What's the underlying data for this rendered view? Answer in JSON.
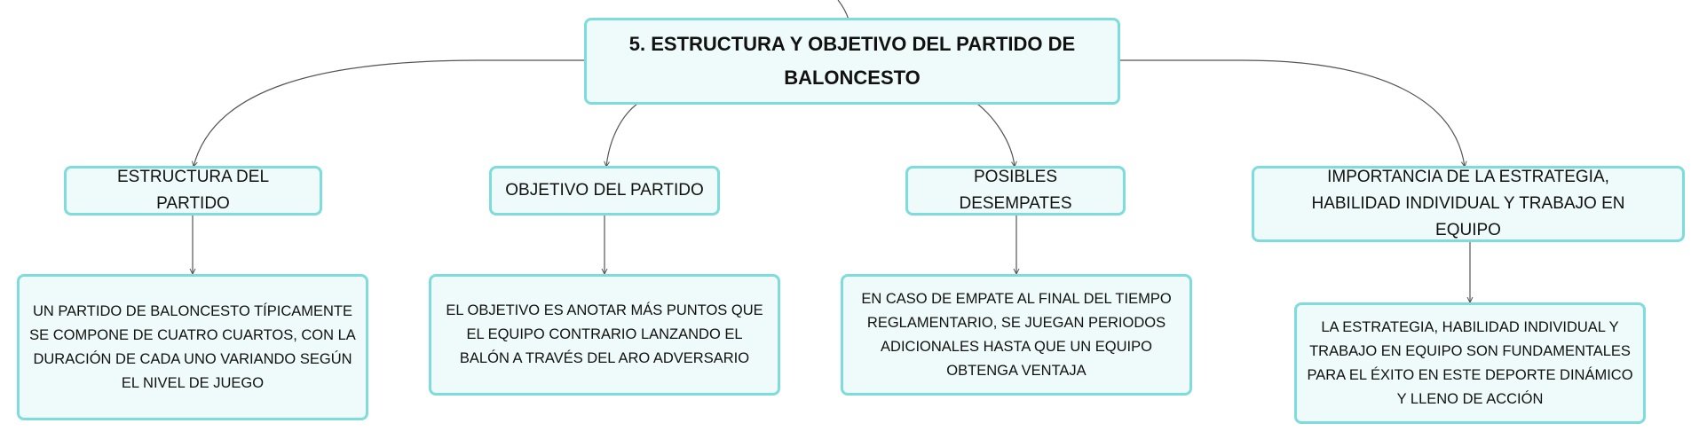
{
  "root": {
    "title": "5. ESTRUCTURA Y OBJETIVO DEL PARTIDO DE BALONCESTO"
  },
  "topics": [
    {
      "label": "ESTRUCTURA DEL PARTIDO",
      "detail": "UN PARTIDO DE BALONCESTO TÍPICAMENTE SE COMPONE DE CUATRO CUARTOS, CON LA DURACIÓN DE CADA UNO VARIANDO SEGÚN EL NIVEL DE JUEGO"
    },
    {
      "label": "OBJETIVO DEL PARTIDO",
      "detail": "EL OBJETIVO ES ANOTAR MÁS PUNTOS QUE EL EQUIPO CONTRARIO LANZANDO EL BALÓN A TRAVÉS DEL ARO ADVERSARIO"
    },
    {
      "label": "POSIBLES DESEMPATES",
      "detail": "EN CASO DE EMPATE AL FINAL DEL TIEMPO REGLAMENTARIO, SE JUEGAN PERIODOS ADICIONALES HASTA QUE UN EQUIPO OBTENGA VENTAJA"
    },
    {
      "label": "IMPORTANCIA DE LA ESTRATEGIA, HABILIDAD INDIVIDUAL Y TRABAJO EN EQUIPO",
      "detail": "LA ESTRATEGIA, HABILIDAD INDIVIDUAL Y TRABAJO EN EQUIPO SON FUNDAMENTALES PARA EL ÉXITO EN ESTE DEPORTE DINÁMICO Y LLENO DE ACCIÓN"
    }
  ],
  "colors": {
    "node_fill": "#effafa",
    "node_border": "#7fdcdc",
    "connector": "#555555"
  }
}
